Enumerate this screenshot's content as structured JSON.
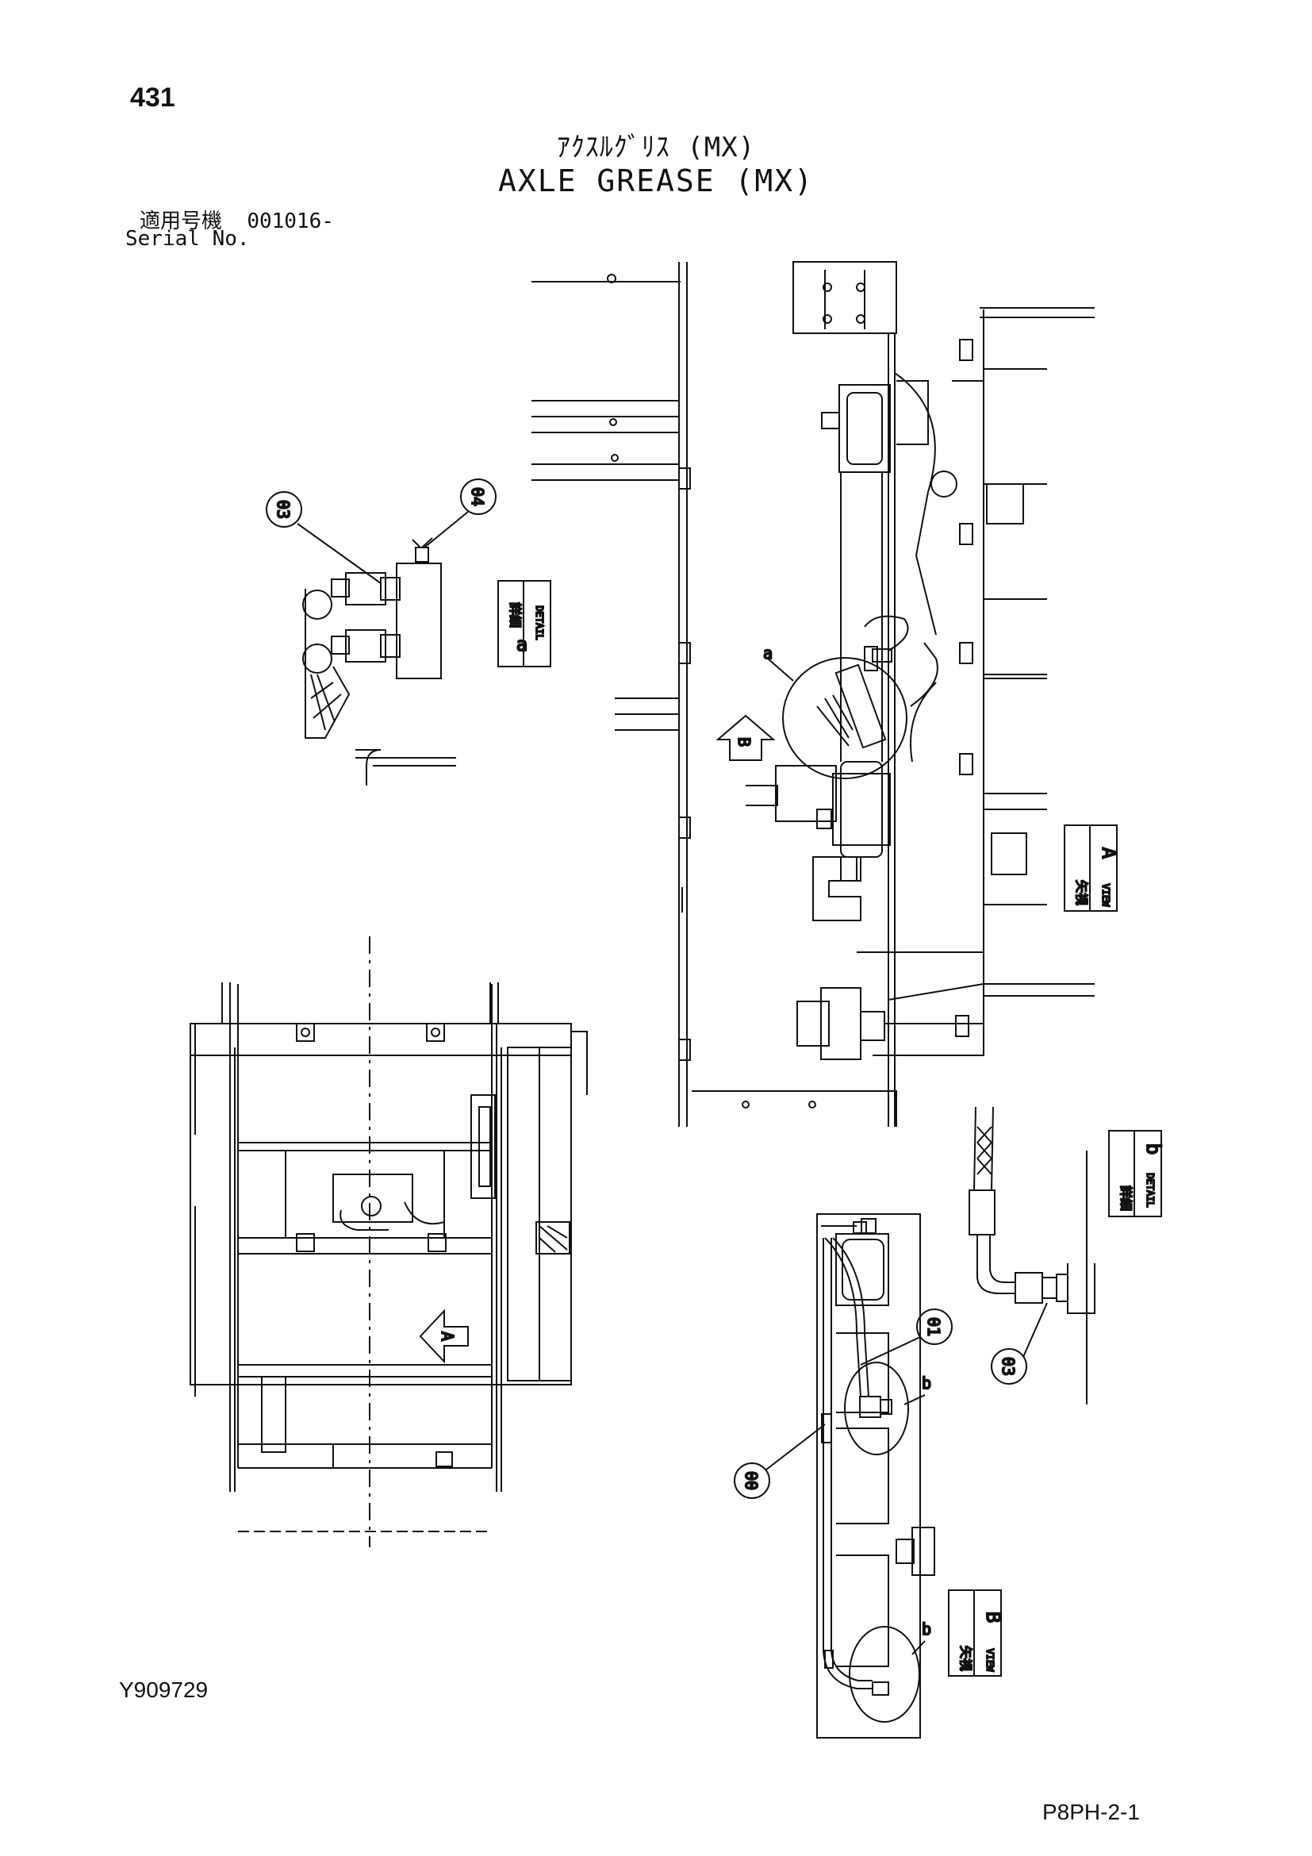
{
  "header": {
    "page_number": "431",
    "title_jp": "ｱｸｽﾙｸﾞﾘｽ (MX)",
    "title_en": "AXLE GREASE (MX)",
    "serial_label_jp": "適用号機",
    "serial_value": "001016-",
    "serial_label_en": "Serial No."
  },
  "footer": {
    "drawing_code": "Y909729",
    "page_code": "P8PH-2-1"
  },
  "callouts": {
    "part_03": "03",
    "part_04": "04",
    "part_01": "01",
    "part_00": "00"
  },
  "labels": {
    "detail_a_jp": "詳細",
    "detail_a_en": "DETAIL",
    "detail_a_letter": "a",
    "detail_b_jp": "詳細",
    "detail_b_en": "DETAIL",
    "detail_b_letter": "b",
    "view_a_jp": "矢視",
    "view_a_en": "VIEW",
    "view_a_letter": "A",
    "view_b_jp": "矢視",
    "view_b_en": "VIEW",
    "view_b_letter": "B",
    "arrow_a": "A",
    "arrow_b": "B",
    "leader_a": "a",
    "leader_b1": "b",
    "leader_b2": "b"
  }
}
